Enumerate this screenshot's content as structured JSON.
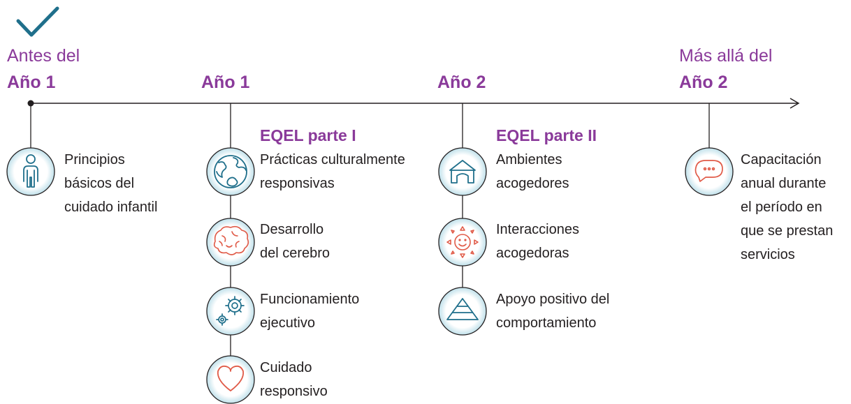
{
  "timeline": {
    "checkmark_icon": "check-icon",
    "accent_color": "#8a3a9a",
    "line_color": "#231f20",
    "icon_stroke_teal": "#1f6f8b",
    "icon_stroke_coral": "#e05a47",
    "markers": [
      {
        "line1": "Antes del",
        "line2": "Año 1"
      },
      {
        "line2": "Año 1"
      },
      {
        "line2": "Año 2"
      },
      {
        "line1": "Más allá del",
        "line2": "Año 2"
      }
    ]
  },
  "col_before": {
    "items": [
      {
        "icon": "person-icon",
        "text": "Principios\nbásicos del\ncuidado infantil"
      }
    ]
  },
  "col_year1": {
    "title": "EQEL parte I",
    "items": [
      {
        "icon": "globe-icon",
        "text": "Prácticas culturalmente\nresponsivas"
      },
      {
        "icon": "brain-icon",
        "text": "Desarrollo\ndel cerebro"
      },
      {
        "icon": "gears-icon",
        "text": "Funcionamiento\nejecutivo"
      },
      {
        "icon": "heart-icon",
        "text": "Cuidado\nresponsivo"
      }
    ]
  },
  "col_year2": {
    "title": "EQEL parte II",
    "items": [
      {
        "icon": "house-icon",
        "text": "Ambientes\nacogedores"
      },
      {
        "icon": "sun-smile-icon",
        "text": "Interacciones\nacogedoras"
      },
      {
        "icon": "pyramid-icon",
        "text": "Apoyo positivo del\ncomportamiento"
      }
    ]
  },
  "col_beyond": {
    "items": [
      {
        "icon": "chat-bubble-icon",
        "text": "Capacitación\nanual durante\nel período en\nque se prestan\nservicios"
      }
    ]
  }
}
